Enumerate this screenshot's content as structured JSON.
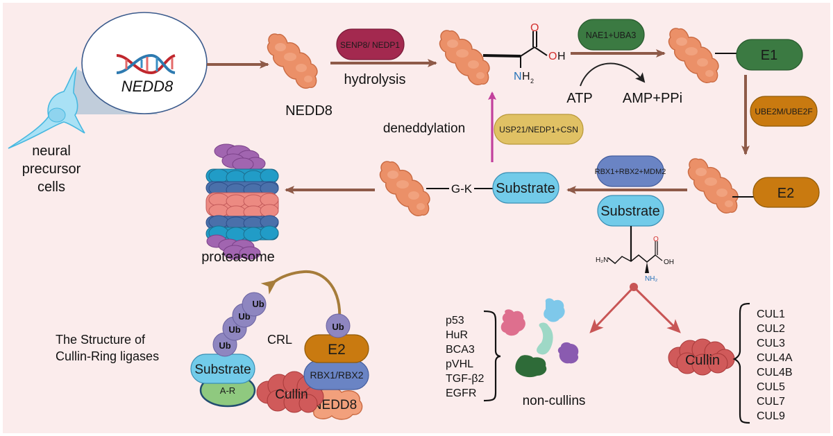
{
  "figure": {
    "cell": {
      "label": "neural precursor cells",
      "lines": [
        "neural",
        "precursor",
        "cells"
      ]
    },
    "gene": {
      "label": "NEDD8"
    },
    "nedd8_protein": {
      "label": "NEDD8"
    },
    "hydrolysis": {
      "enzyme": "SENP8/ NEDP1",
      "label": "hydrolysis"
    },
    "amino_acid": {
      "o": "O",
      "oh": "OH",
      "nh2_n": "N",
      "nh2_h": "H",
      "nh2_sub": "2"
    },
    "activation": {
      "enzyme": "NAE1+UBA3",
      "atp": "ATP",
      "products": "AMP+PPi"
    },
    "e1": {
      "label": "E1"
    },
    "conjugation": {
      "enzyme": "UBE2M/UBE2F"
    },
    "e2": {
      "label": "E2"
    },
    "ligation": {
      "enzyme": "RBX1+RBX2+MDM2",
      "substrate": "Substrate"
    },
    "lysine": {
      "h2n": "H₂N",
      "oh": "OH",
      "o": "O",
      "nh2": "NH₂"
    },
    "conjugate": {
      "linker": "G-K",
      "substrate": "Substrate"
    },
    "deneddylation": {
      "label": "deneddylation",
      "enzyme": "USP21/NEDP1+CSN"
    },
    "proteasome": {
      "label": "proteasome"
    },
    "crl": {
      "title_lines": [
        "The Structure of",
        "Cullin-Ring ligases"
      ],
      "label": "CRL",
      "ub_chain": [
        "Ub",
        "Ub",
        "Ub",
        "Ub"
      ],
      "ub_single": "Ub",
      "e2": "E2",
      "rbx": "RBX1/RBX2",
      "substrate": "Substrate",
      "adaptor": "A-R",
      "cullin": "Cullin",
      "nedd8": "NEDD8"
    },
    "non_cullins": {
      "label": "non-cullins",
      "items": [
        "p53",
        "HuR",
        "BCA3",
        "pVHL",
        "TGF-β2",
        "EGFR"
      ]
    },
    "cullins": {
      "label": "Cullin",
      "items": [
        "CUL1",
        "CUL2",
        "CUL3",
        "CUL4A",
        "CUL4B",
        "CUL5",
        "CUL7",
        "CUL9"
      ]
    },
    "colors": {
      "background": "#fbecec",
      "arrow_brown": "#8e5a48",
      "deneddylation_arrow": "#c2409c",
      "branch_arrow": "#c85555",
      "nedd8_orange": "#eb9068",
      "senp8": "#a3294f",
      "nae1": "#3b7a42",
      "ube2m": "#c97a10",
      "rbx_blue": "#6a84c4",
      "substrate_blue": "#72cbe9",
      "usp21": "#e0c164",
      "ub_purple": "#8e86c0",
      "cullin_red": "#d05a5a",
      "adaptor_green": "#8fc97f"
    }
  }
}
